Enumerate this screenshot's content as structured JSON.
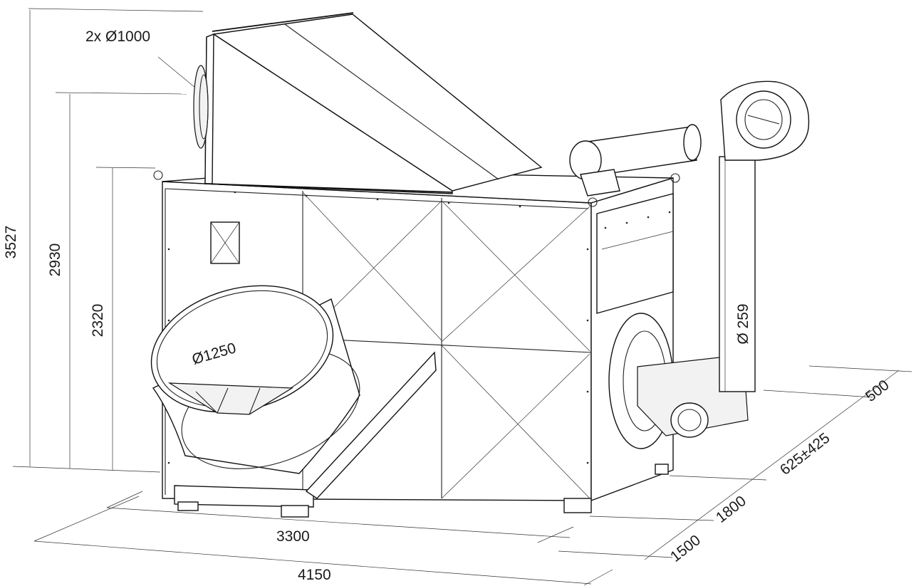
{
  "labels": {
    "overall_height": "3527",
    "outlet_height": "2930",
    "body_height": "2320",
    "outlet_count_diameter": "2x  Ø1000",
    "inlet_diameter": "Ø1250",
    "flue_diameter": "Ø 259",
    "body_length": "3300",
    "overall_length": "4150",
    "depth_offset": "500",
    "burner_offset": "625±425",
    "body_depth": "1800",
    "frame_depth": "1500"
  }
}
